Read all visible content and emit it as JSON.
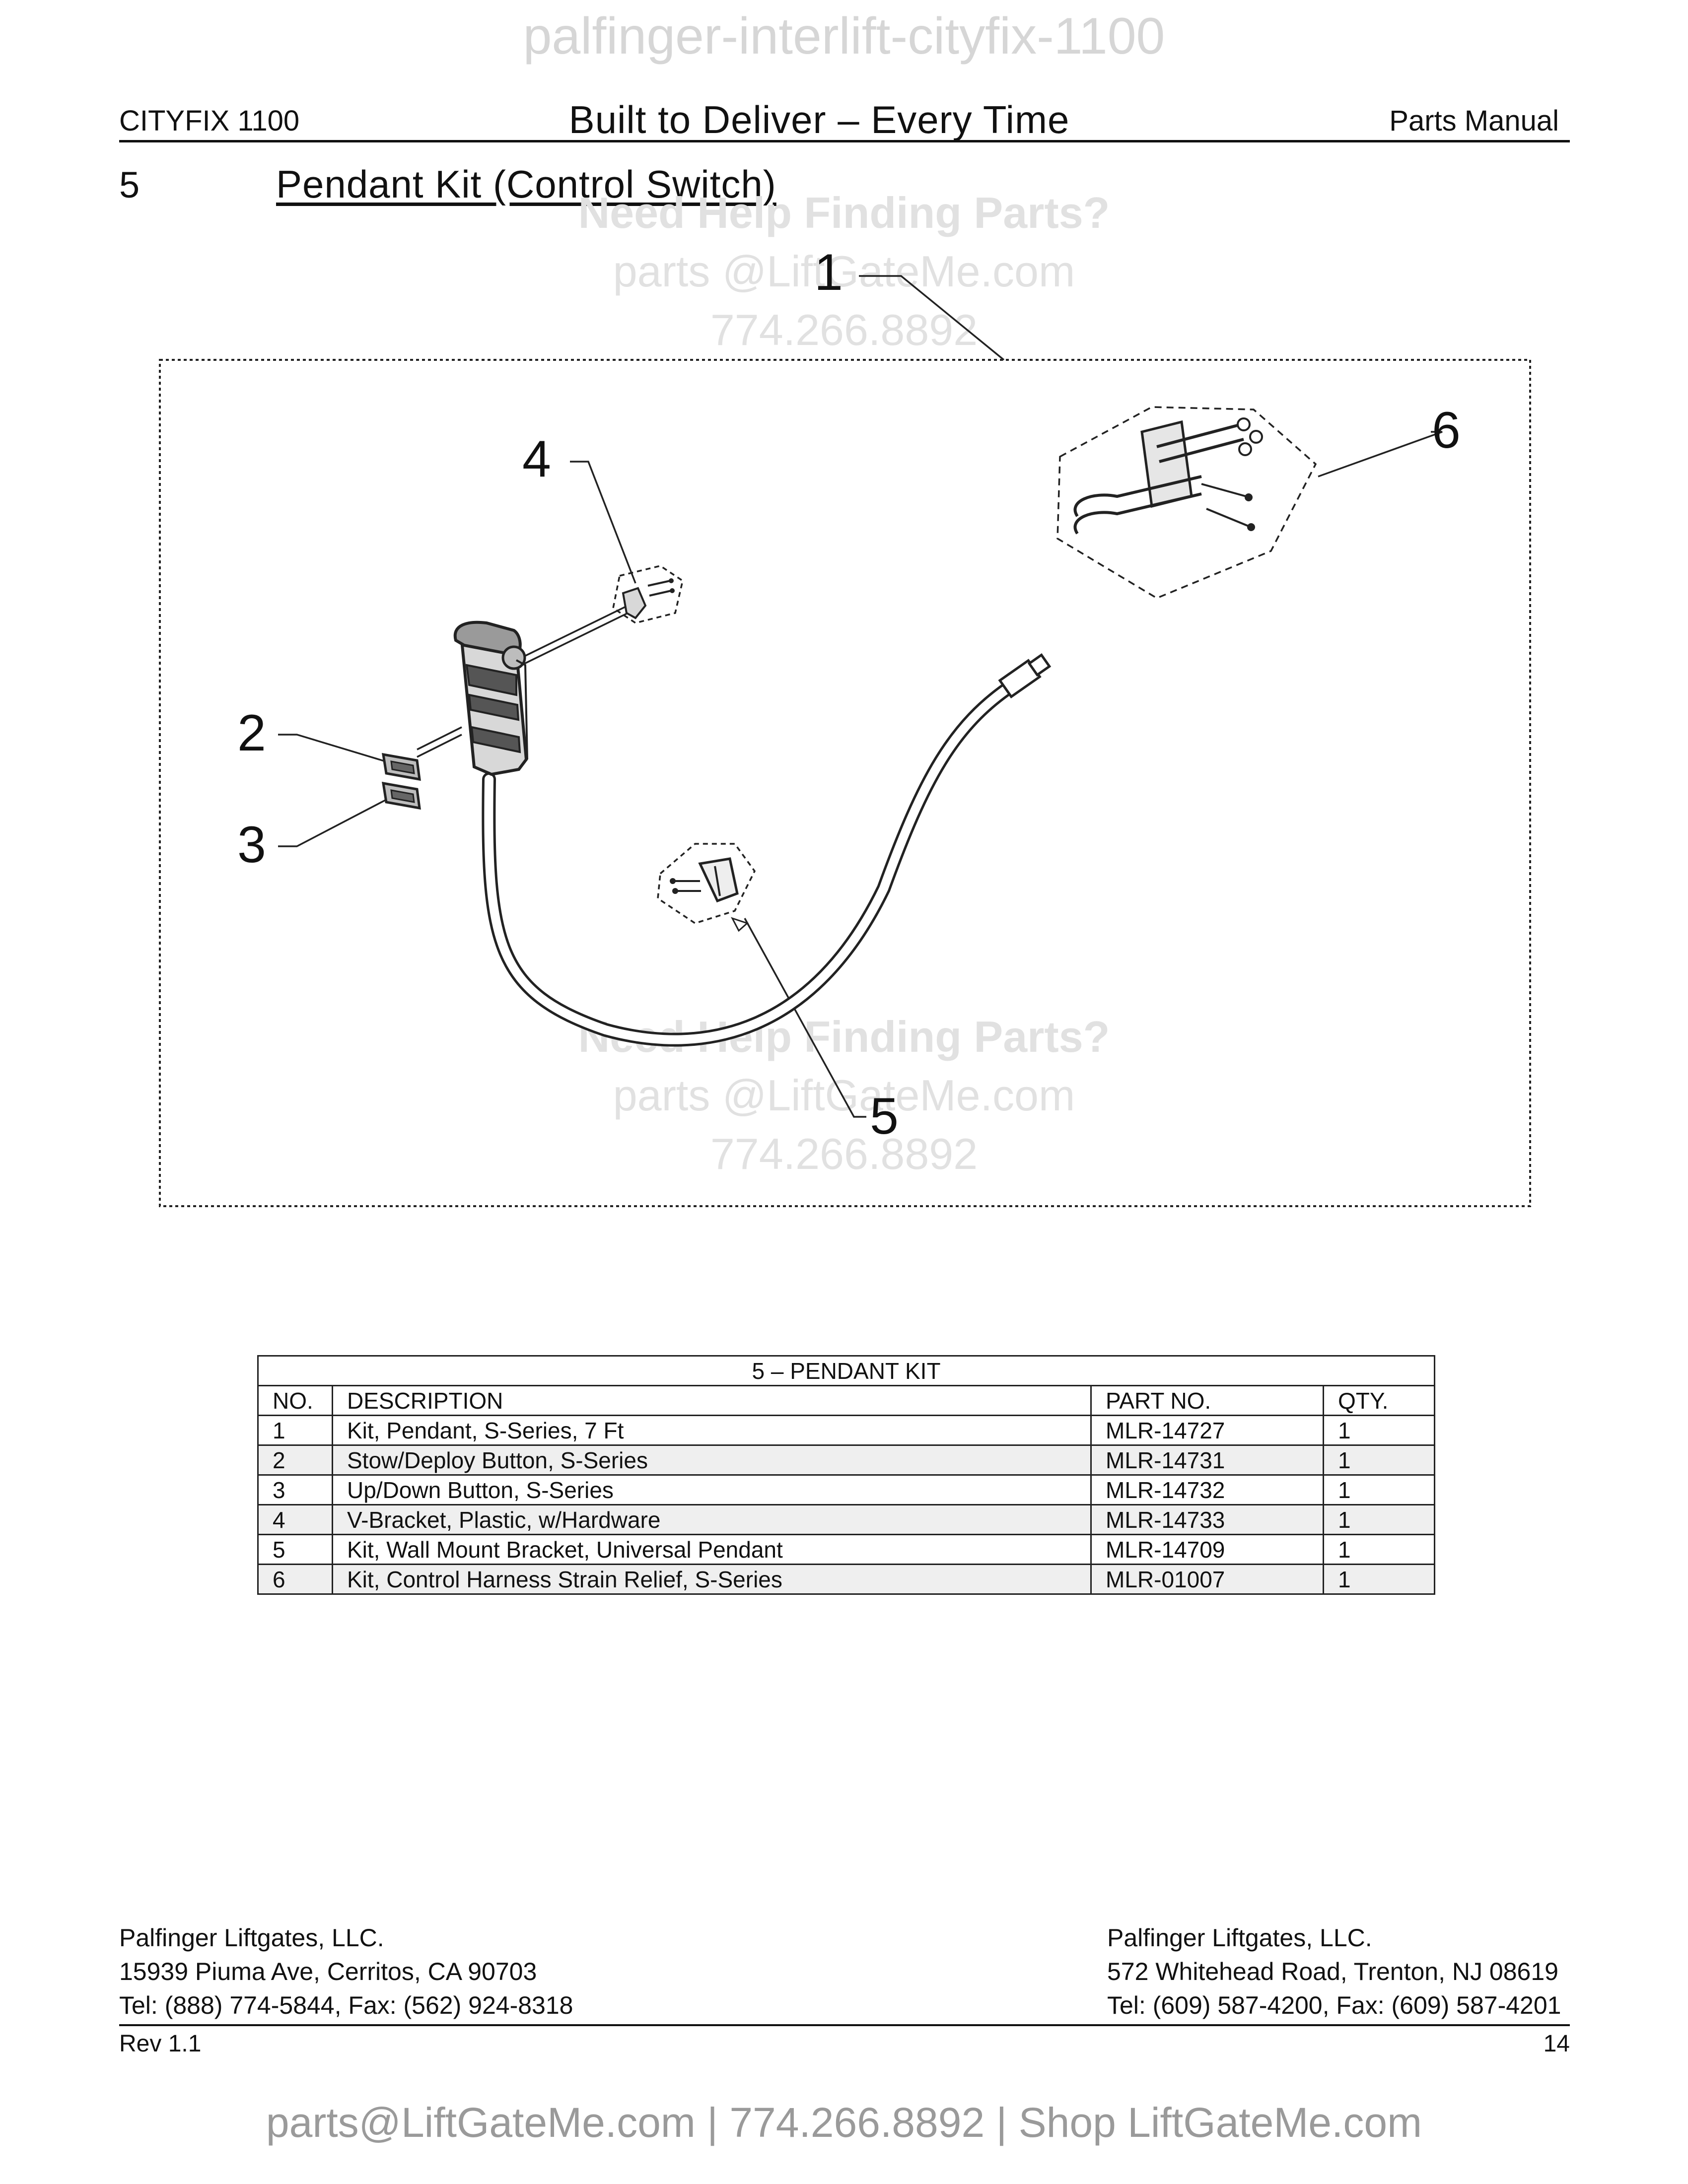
{
  "watermarks": {
    "top": "palfinger-interlift-cityfix-1100",
    "help_heading": "Need Help Finding Parts?",
    "email": "parts @LiftGateMe.com",
    "phone": "774.266.8892"
  },
  "header": {
    "model": "CITYFIX 1100",
    "slogan": "Built to Deliver – Every Time",
    "doc_type": "Parts Manual"
  },
  "section": {
    "number": "5",
    "title": "Pendant Kit (Control Switch)"
  },
  "callouts": [
    "1",
    "2",
    "3",
    "4",
    "5",
    "6"
  ],
  "parts_table": {
    "caption": "5 – PENDANT KIT",
    "headers": [
      "NO.",
      "DESCRIPTION",
      "PART NO.",
      "QTY."
    ],
    "rows": [
      [
        "1",
        "Kit, Pendant, S-Series, 7 Ft",
        "MLR-14727",
        "1"
      ],
      [
        "2",
        "Stow/Deploy Button, S-Series",
        "MLR-14731",
        "1"
      ],
      [
        "3",
        "Up/Down Button, S-Series",
        "MLR-14732",
        "1"
      ],
      [
        "4",
        "V-Bracket, Plastic, w/Hardware",
        "MLR-14733",
        "1"
      ],
      [
        "5",
        "Kit, Wall Mount Bracket, Universal Pendant",
        "MLR-14709",
        "1"
      ],
      [
        "6",
        "Kit, Control Harness Strain Relief, S-Series",
        "MLR-01007",
        "1"
      ]
    ]
  },
  "footer": {
    "left": [
      "Palfinger Liftgates, LLC.",
      "15939 Piuma Ave, Cerritos, CA 90703",
      "Tel: (888) 774-5844, Fax: (562) 924-8318"
    ],
    "right": [
      "Palfinger Liftgates, LLC.",
      "572 Whitehead Road, Trenton, NJ 08619",
      "Tel: (609) 587-4200, Fax: (609) 587-4201"
    ],
    "revision": "Rev 1.1",
    "page": "14"
  },
  "bottom_contact": "parts@LiftGateMe.com | 774.266.8892 | Shop LiftGateMe.com"
}
